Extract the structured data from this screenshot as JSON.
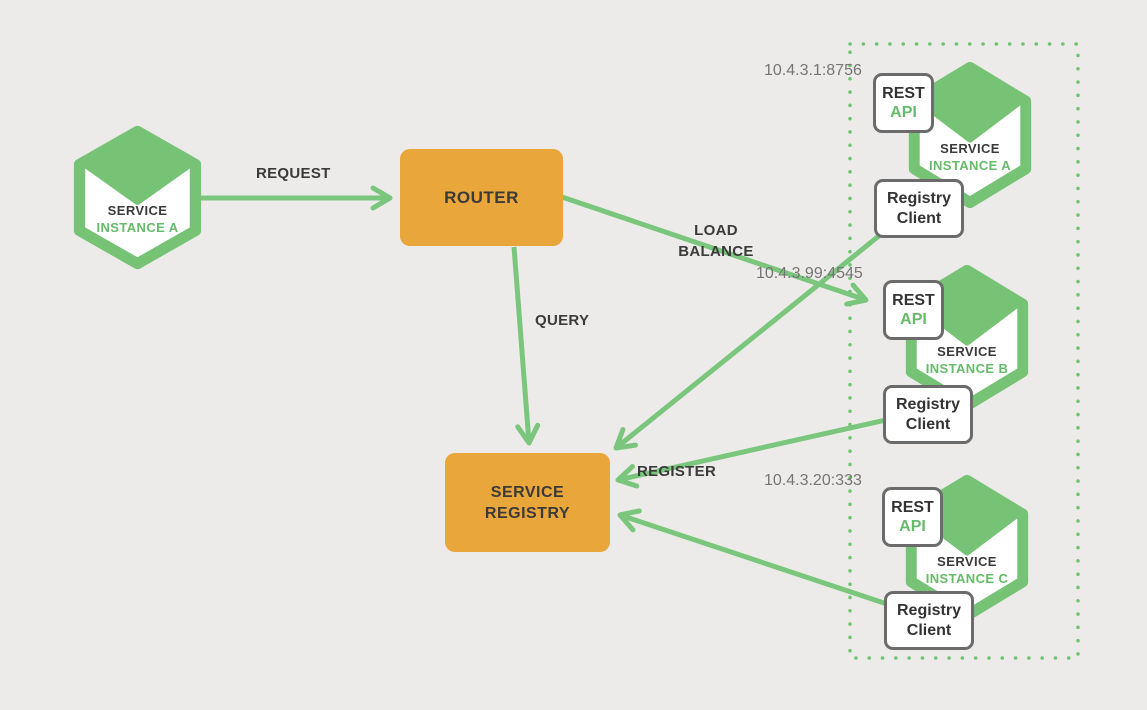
{
  "colors": {
    "background": "#ECEBE9",
    "green": "#76C376",
    "green_line": "#7BC67D",
    "green_text": "#66BB6A",
    "orange": "#E9A63B",
    "dark_text": "#3A3A3A",
    "gray_text": "#757575",
    "box_border": "#6B6B6B"
  },
  "left_instance": {
    "title": "SERVICE",
    "subtitle": "INSTANCE A"
  },
  "router": {
    "label": "ROUTER"
  },
  "registry": {
    "line1": "SERVICE",
    "line2": "REGISTRY"
  },
  "labels": {
    "request": "REQUEST",
    "query": "QUERY",
    "load": "LOAD",
    "balance": "BALANCE",
    "register": "REGISTER"
  },
  "instances": [
    {
      "ip": "10.4.3.1:8756",
      "rest": "REST",
      "api": "API",
      "client_line1": "Registry",
      "client_line2": "Client",
      "hex_title": "SERVICE",
      "hex_subtitle": "INSTANCE A"
    },
    {
      "ip": "10.4.3.99:4545",
      "rest": "REST",
      "api": "API",
      "client_line1": "Registry",
      "client_line2": "Client",
      "hex_title": "SERVICE",
      "hex_subtitle": "INSTANCE B"
    },
    {
      "ip": "10.4.3.20:333",
      "rest": "REST",
      "api": "API",
      "client_line1": "Registry",
      "client_line2": "Client",
      "hex_title": "SERVICE",
      "hex_subtitle": "INSTANCE C"
    }
  ]
}
